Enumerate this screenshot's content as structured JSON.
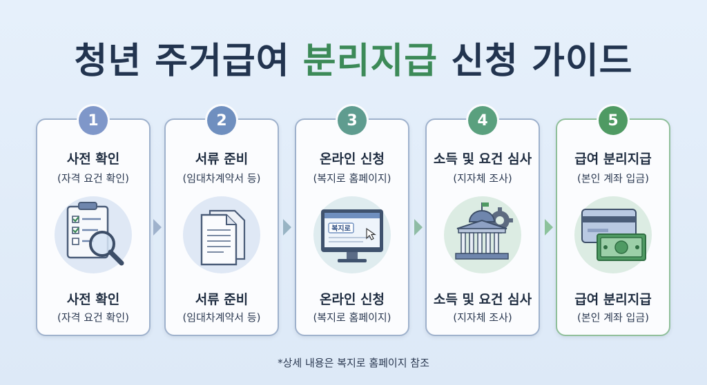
{
  "title": {
    "part1": "청년 주거급여",
    "highlight": "분리지급",
    "part2": "신청 가이드"
  },
  "steps": [
    {
      "number": "1",
      "title": "사전 확인",
      "subtitle": "(자격 요건 확인)",
      "color": "#7f97c9"
    },
    {
      "number": "2",
      "title": "서류 준비",
      "subtitle": "(임대차계약서 등)",
      "color": "#6f8fbf"
    },
    {
      "number": "3",
      "title": "온라인 신청",
      "subtitle": "(복지로 홈페이지)",
      "color": "#5f9c8f"
    },
    {
      "number": "4",
      "title": "소득 및 요건 심사",
      "subtitle": "(지자체 조사)",
      "color": "#5aa07e"
    },
    {
      "number": "5",
      "title": "급여 분리지급",
      "subtitle": "(본인 계좌 입금)",
      "color": "#4f9a63"
    }
  ],
  "monitor_text": "복지로",
  "footnote": "*상세 내용은 복지로 홈페이지 참조"
}
